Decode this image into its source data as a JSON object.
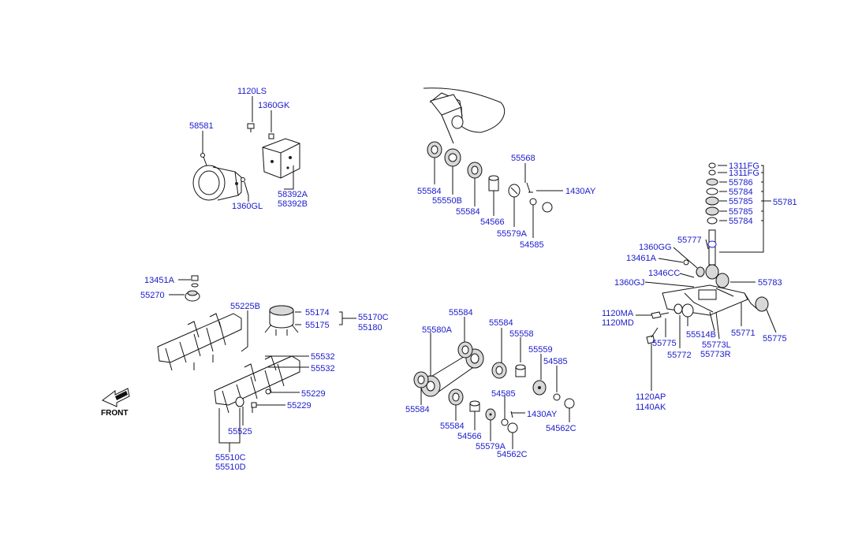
{
  "labels": {
    "p1120LS": "1120LS",
    "p1360GK": "1360GK",
    "p58581": "58581",
    "p58392A": "58392A",
    "p58392B": "58392B",
    "p1360GL": "1360GL",
    "p55568": "55568",
    "p1430AY_top": "1430AY",
    "p55584_t1": "55584",
    "p55550B": "55550B",
    "p55584_t2": "55584",
    "p54566_top": "54566",
    "p55579A_top": "55579A",
    "p54585_top": "54585",
    "p1311FG_1": "1311FG",
    "p1311FG_2": "1311FG",
    "p55786": "55786",
    "p55784_1": "55784",
    "p55785_1": "55785",
    "p55785_2": "55785",
    "p55784_2": "55784",
    "p55781": "55781",
    "p55777": "55777",
    "p1360GG": "1360GG",
    "p13461A": "13461A",
    "p1346CC": "1346CC",
    "p1360GJ": "1360GJ",
    "p55783": "55783",
    "p1120MA": "1120MA",
    "p1120MD": "1120MD",
    "p55771": "55771",
    "p55775_1": "55775",
    "p55775_2": "55775",
    "p55514B": "55514B",
    "p55773L": "55773L",
    "p55773R": "55773R",
    "p55772": "55772",
    "p1120AP": "1120AP",
    "p1140AK": "1140AK",
    "p13451A": "13451A",
    "p55270": "55270",
    "p55225B": "55225B",
    "p55174": "55174",
    "p55175": "55175",
    "p55170C": "55170C",
    "p55180": "55180",
    "p55532_1": "55532",
    "p55532_2": "55532",
    "p55229_1": "55229",
    "p55229_2": "55229",
    "p55525": "55525",
    "p55510C": "55510C",
    "p55510D": "55510D",
    "front": "FRONT",
    "p55584_b1": "55584",
    "p55580A": "55580A",
    "p55584_b2": "55584",
    "p55584_b3": "55584",
    "p55558": "55558",
    "p55559": "55559",
    "p54585_b1": "54585",
    "p54585_b2": "54585",
    "p55584_b4": "55584",
    "p54566_b": "54566",
    "p1430AY_b": "1430AY",
    "p55579A_b": "55579A",
    "p54562C_1": "54562C",
    "p54562C_2": "54562C"
  },
  "colors": {
    "label": "#1a1acc",
    "line": "#111111",
    "background": "#ffffff"
  },
  "icons": {
    "front_arrow": "front-arrow-icon"
  }
}
